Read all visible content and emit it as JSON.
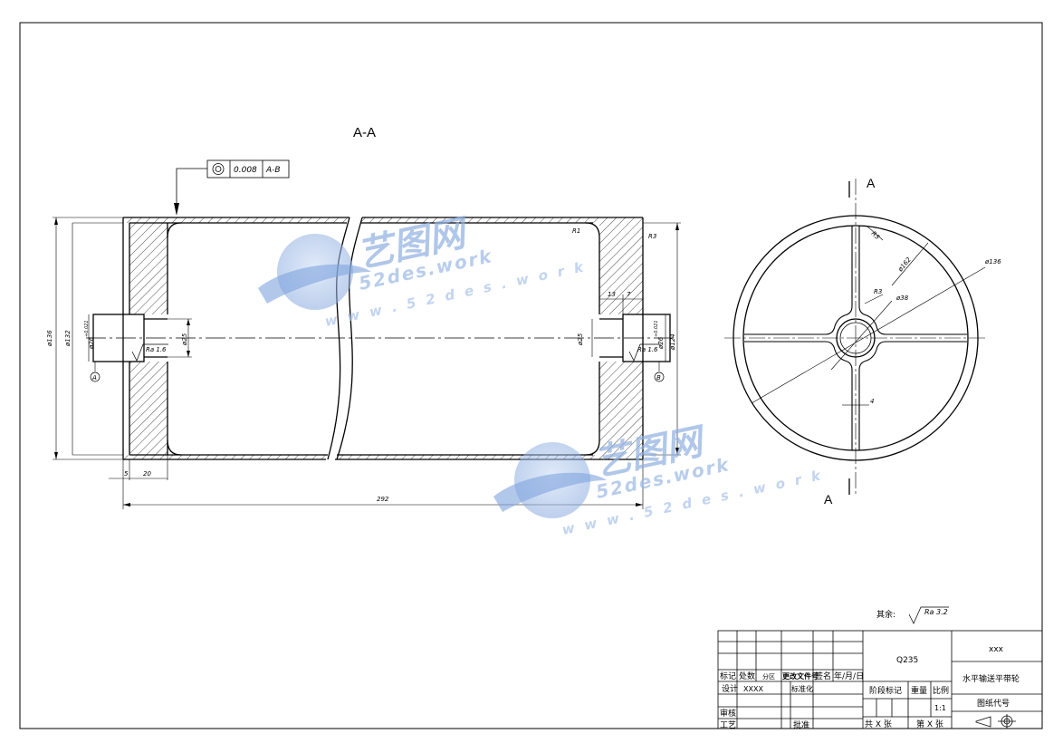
{
  "section_view": {
    "title": "A-A",
    "tolerance": {
      "symbol": "concentricity",
      "value": "0.008",
      "datum": "A-B"
    },
    "dims": {
      "overall_length": "292",
      "wall_left": "5",
      "hub_left": "20",
      "dia_outer": "ø136",
      "dia_inner": "ø132",
      "dia_right_outer": "ø124",
      "bore_left": "ø25",
      "bore_right": "ø25",
      "bearing_left": "ø26",
      "bearing_left_tol": "+0.021",
      "bearing_right": "ø26",
      "bearing_right_tol": "+0.021",
      "rough_left": "Ra 1.6",
      "rough_right": "Ra 1.6",
      "radius_r1": "R1",
      "radius_r3": "R3",
      "hub_w1": "13",
      "hub_w2": "7"
    },
    "datums": {
      "a": "A",
      "b": "B"
    }
  },
  "end_view": {
    "section_mark_top": "A",
    "section_mark_bottom": "A",
    "dims": {
      "r5": "R5",
      "d162": "ø162",
      "d136": "ø136",
      "r3": "R3",
      "d38": "ø38",
      "web": "4"
    }
  },
  "roughness_note": {
    "label": "其余:",
    "value": "Ra 3.2"
  },
  "title_block": {
    "material": "Q235",
    "company": "xxx",
    "part_name": "水平输送平带轮",
    "drawing_no_label": "图纸代号",
    "headers": {
      "mark": "标记",
      "count": "处数",
      "zone": "分区",
      "doc_no": "更改文件号",
      "signature": "签名",
      "date": "年/月/日"
    },
    "rows": {
      "design": "设计",
      "designer": "XXXX",
      "standardize": "标准化",
      "review": "审核",
      "process": "工艺",
      "approve": "批准"
    },
    "stage": "阶段标记",
    "weight": "重量",
    "scale_label": "比例",
    "scale": "1:1",
    "sheets_total": "共 X 张",
    "sheet_no": "第 X 张"
  },
  "watermark": {
    "cn": "艺图网",
    "en": "52des.work",
    "url": "w w w . 5 2 d e s . w o r k"
  }
}
